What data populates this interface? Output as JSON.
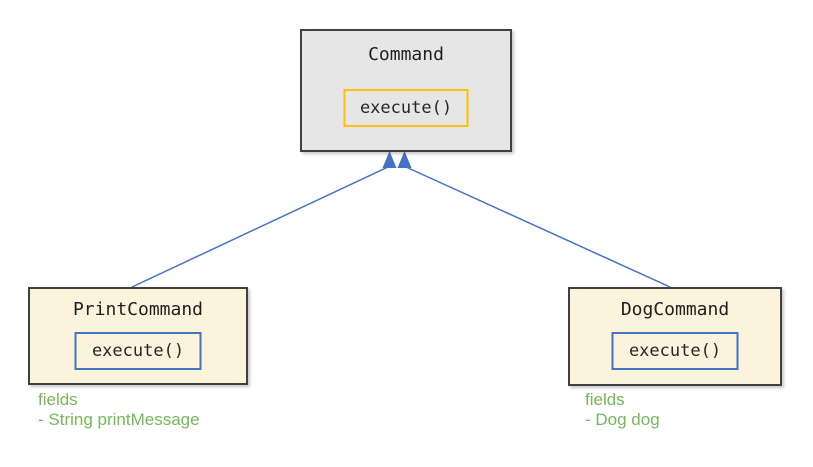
{
  "diagram": {
    "parent": {
      "title": "Command",
      "method": "execute()"
    },
    "children": [
      {
        "title": "PrintCommand",
        "method": "execute()",
        "fields_label": "fields",
        "field_lines": [
          "- String printMessage"
        ]
      },
      {
        "title": "DogCommand",
        "method": "execute()",
        "fields_label": "fields",
        "field_lines": [
          "- Dog dog"
        ]
      }
    ],
    "relations": [
      {
        "from": "PrintCommand",
        "to": "Command",
        "type": "inheritance"
      },
      {
        "from": "DogCommand",
        "to": "Command",
        "type": "inheritance"
      }
    ],
    "colors": {
      "parent_fill": "#E6E6E6",
      "parent_border": "#404040",
      "parent_method_border": "#FFC000",
      "child_fill": "#FCF3DC",
      "child_border": "#404040",
      "child_method_border": "#4472C4",
      "arrow": "#4472C4",
      "fields_text": "#75B85A"
    }
  }
}
